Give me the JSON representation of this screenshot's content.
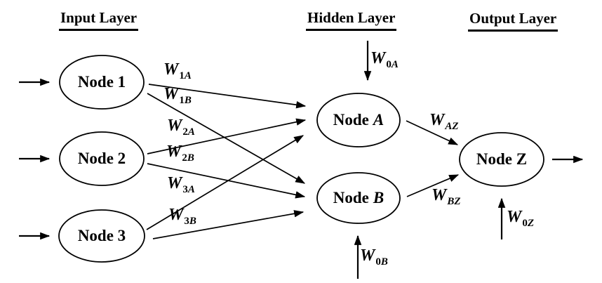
{
  "colors": {
    "ink": "#000000",
    "paper": "#ffffff"
  },
  "layers": {
    "input_title": "Input Layer",
    "hidden_title": "Hidden Layer",
    "output_title": "Output Layer"
  },
  "nodes": {
    "node1": {
      "label": "Node 1"
    },
    "node2": {
      "label": "Node 2"
    },
    "node3": {
      "label": "Node 3"
    },
    "nodeA": {
      "prefix": "Node",
      "variable": "A"
    },
    "nodeB": {
      "prefix": "Node",
      "variable": "B"
    },
    "nodeZ": {
      "label": "Node Z"
    }
  },
  "weights": {
    "w1a": {
      "base": "W",
      "sub_num": "1",
      "sub_var": "A"
    },
    "w1b": {
      "base": "W",
      "sub_num": "1",
      "sub_var": "B"
    },
    "w2a": {
      "base": "W",
      "sub_num": "2",
      "sub_var": "A"
    },
    "w2b": {
      "base": "W",
      "sub_num": "2",
      "sub_var": "B"
    },
    "w3a": {
      "base": "W",
      "sub_num": "3",
      "sub_var": "A"
    },
    "w3b": {
      "base": "W",
      "sub_num": "3",
      "sub_var": "B"
    },
    "waz": {
      "base": "W",
      "sub_num": "",
      "sub_var": "AZ"
    },
    "wbz": {
      "base": "W",
      "sub_num": "",
      "sub_var": "BZ"
    },
    "w0a": {
      "base": "W",
      "sub_num": "0",
      "sub_var": "A"
    },
    "w0b": {
      "base": "W",
      "sub_num": "0",
      "sub_var": "B"
    },
    "w0z": {
      "base": "W",
      "sub_num": "0",
      "sub_var": "Z"
    }
  }
}
